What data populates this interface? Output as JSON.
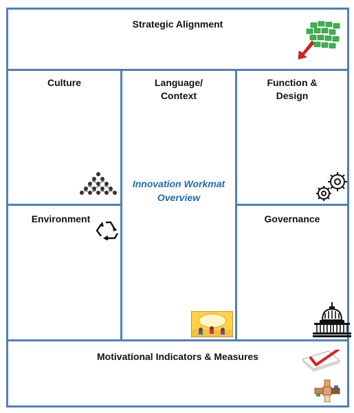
{
  "sections": {
    "strategic_alignment": {
      "title": "Strategic Alignment",
      "icon": "green-puzzle-arrow-icon"
    },
    "culture": {
      "title": "Culture",
      "icon": "people-pyramid-icon"
    },
    "language_context": {
      "title_line1": "Language/",
      "title_line2": "Context",
      "icon": "sunny-beach-picture-icon"
    },
    "function_design": {
      "title_line1": "Function &",
      "title_line2": "Design",
      "icon": "gears-icon"
    },
    "environment": {
      "title": "Environment",
      "icon": "recycle-arrows-icon"
    },
    "governance": {
      "title": "Governance",
      "icon": "capitol-dome-icon"
    },
    "motivational": {
      "title": "Motivational Indicators & Measures",
      "icons": [
        "checkbox-check-icon",
        "joined-hands-icon"
      ]
    }
  },
  "center": {
    "line1": "Innovation  Workmat",
    "line2": "Overview"
  },
  "colors": {
    "border": "#4f7fba",
    "center_text": "#1f6bb3"
  }
}
